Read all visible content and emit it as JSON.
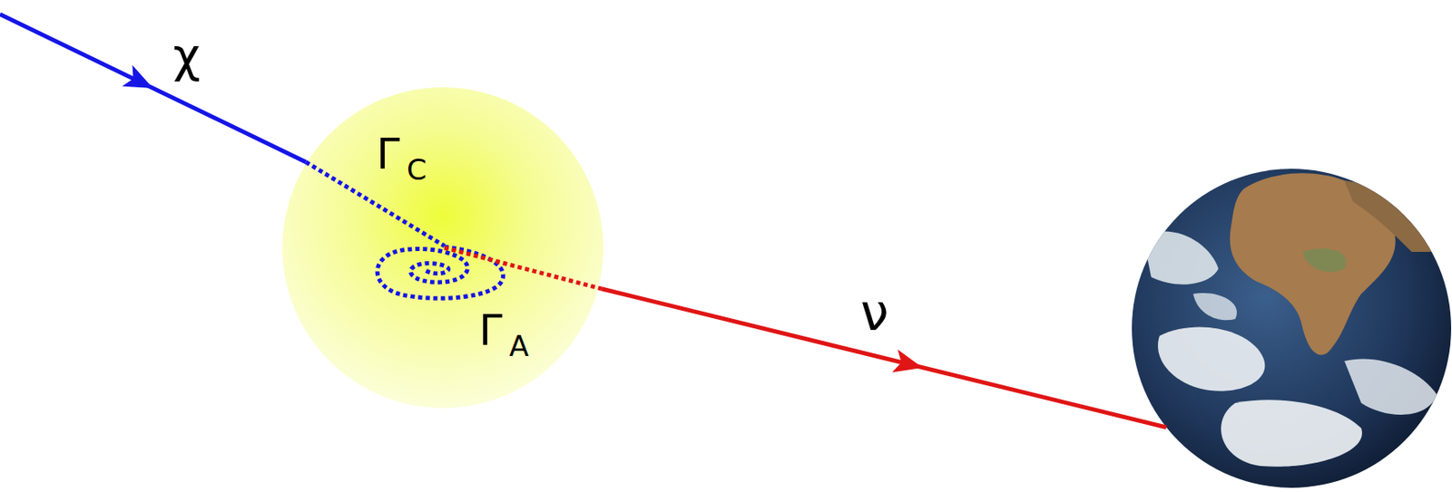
{
  "diagram": {
    "labels": [
      "χ",
      "Γ",
      "C",
      "Γ",
      "A",
      "ν"
    ]
  }
}
